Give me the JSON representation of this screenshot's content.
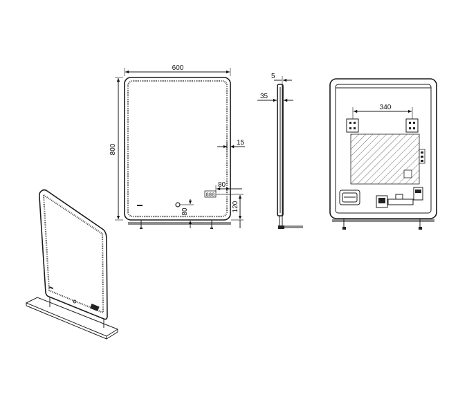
{
  "dimensions": {
    "width": "600",
    "height": "800",
    "led_inset": "15",
    "display_offset": "80",
    "sensor_offset": "80",
    "bottom_offset": "120",
    "depth_total": "35",
    "depth_glass": "5",
    "bracket_spacing": "340"
  },
  "display_readout": "888"
}
